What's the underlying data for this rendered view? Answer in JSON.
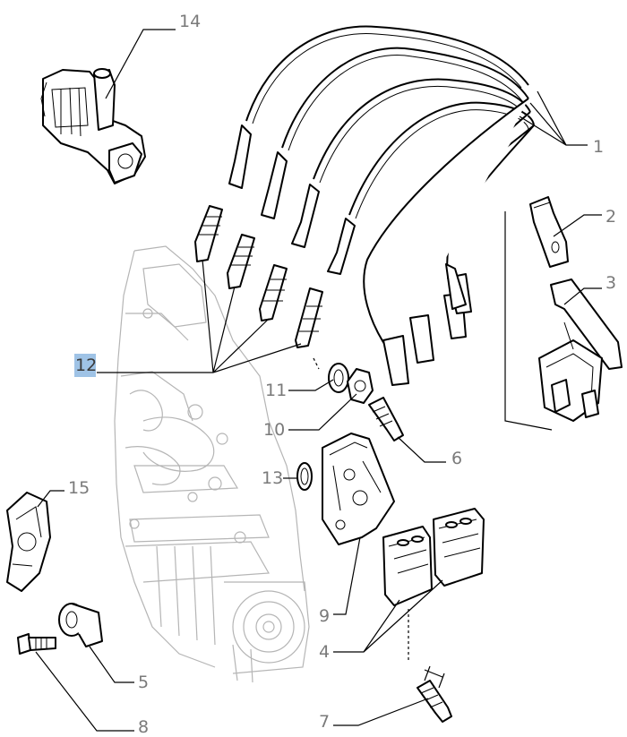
{
  "callouts": {
    "c1": "1",
    "c2": "2",
    "c3": "3",
    "c4": "4",
    "c5": "5",
    "c6": "6",
    "c7": "7",
    "c8": "8",
    "c9": "9",
    "c10": "10",
    "c11": "11",
    "c12": "12",
    "c13": "13",
    "c14": "14",
    "c15": "15"
  },
  "highlight_color": "#9fc3e6",
  "label_color": "#7a7a7a"
}
